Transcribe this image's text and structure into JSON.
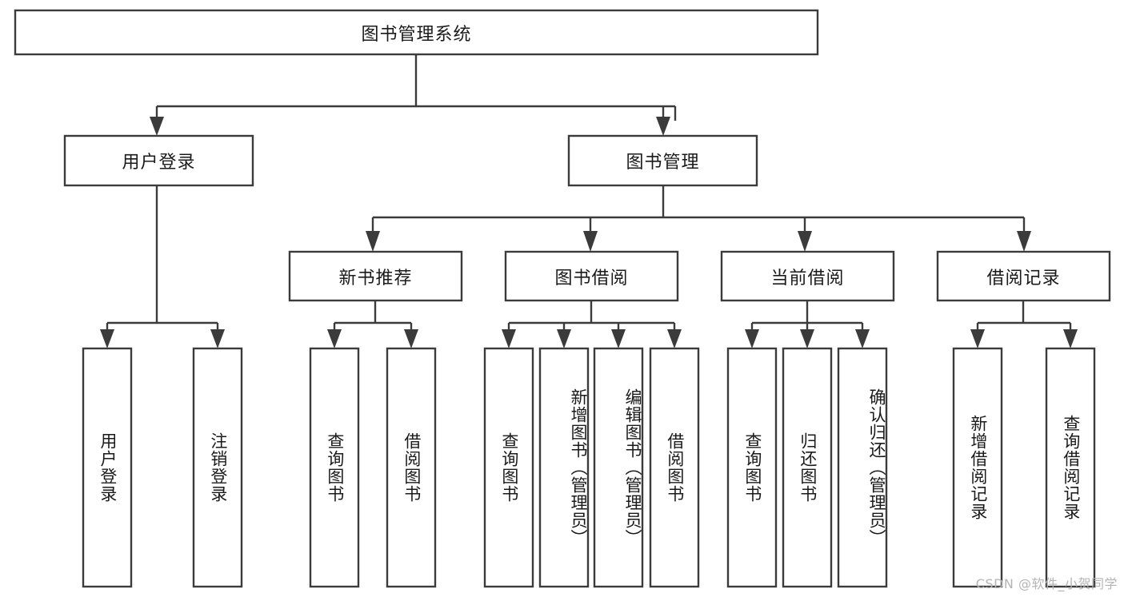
{
  "diagram": {
    "type": "tree",
    "title": "图书管理系统",
    "root": {
      "id": "root",
      "label": "图书管理系统"
    },
    "level2": [
      {
        "id": "user-login",
        "label": "用户登录"
      },
      {
        "id": "book-manage",
        "label": "图书管理"
      }
    ],
    "level3": [
      {
        "id": "new-book-recommend",
        "label": "新书推荐"
      },
      {
        "id": "book-borrow",
        "label": "图书借阅"
      },
      {
        "id": "current-borrow",
        "label": "当前借阅"
      },
      {
        "id": "borrow-record",
        "label": "借阅记录"
      }
    ],
    "leaves": {
      "user_login": [
        {
          "id": "leaf-user-login",
          "label": "用户登录"
        },
        {
          "id": "leaf-logout-login",
          "label": "注销登录"
        }
      ],
      "new_book_recommend": [
        {
          "id": "leaf-query-book-1",
          "label": "查询图书"
        },
        {
          "id": "leaf-borrow-book-1",
          "label": "借阅图书"
        }
      ],
      "book_borrow": [
        {
          "id": "leaf-query-book-2",
          "label": "查询图书"
        },
        {
          "id": "leaf-add-book",
          "label": "新增图书（管理员）"
        },
        {
          "id": "leaf-edit-book",
          "label": "编辑图书（管理员）"
        },
        {
          "id": "leaf-borrow-book-2",
          "label": "借阅图书"
        }
      ],
      "current_borrow": [
        {
          "id": "leaf-query-book-3",
          "label": "查询图书"
        },
        {
          "id": "leaf-return-book",
          "label": "归还图书"
        },
        {
          "id": "leaf-confirm-return",
          "label": "确认归还（管理员）"
        }
      ],
      "borrow_record": [
        {
          "id": "leaf-add-record",
          "label": "新增借阅记录"
        },
        {
          "id": "leaf-query-record",
          "label": "查询借阅记录"
        }
      ]
    },
    "colors": {
      "stroke": "#3b3b3b",
      "fill": "#ffffff",
      "text": "#1a1a1a",
      "background": "#ffffff",
      "watermark": "#b4b4b4"
    }
  },
  "watermark": {
    "text": "CSDN @软件_小贺同学"
  }
}
